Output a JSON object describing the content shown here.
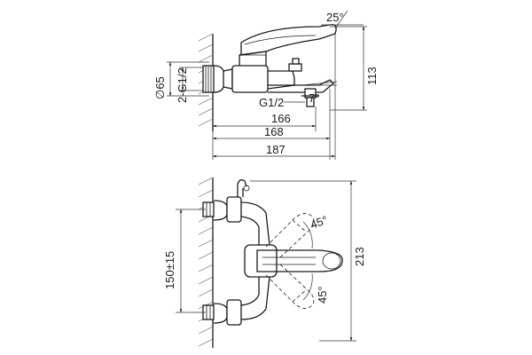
{
  "side_view": {
    "labels": {
      "angle_handle": "25°",
      "angle_spout": "7°",
      "height": "113",
      "diameter": "∅65",
      "inlet_thread": "2-G1/2",
      "outlet_thread": "G1/2",
      "length_166": "166",
      "length_168": "168",
      "length_187": "187"
    }
  },
  "top_view": {
    "labels": {
      "angle_upper": "45°",
      "angle_lower": "45°",
      "spacing": "150±15",
      "width": "213"
    }
  }
}
